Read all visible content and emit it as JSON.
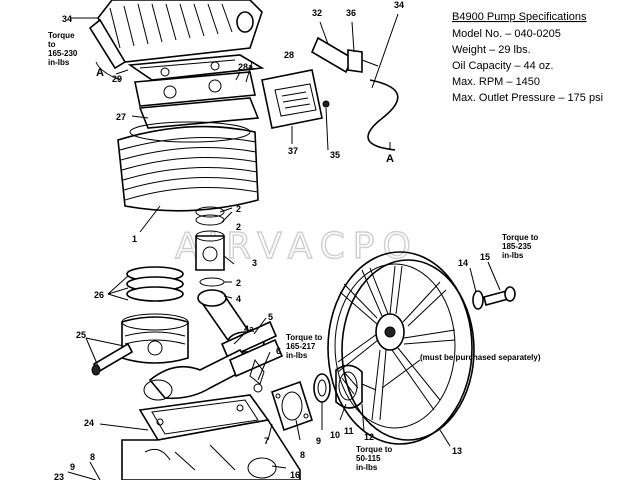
{
  "specs": {
    "title": "B4900 Pump Specifications",
    "lines": [
      "Model No. – 040-0205",
      "Weight – 29 lbs.",
      "Oil Capacity – 44 oz.",
      "Max. RPM – 1450",
      "Max. Outlet Pressure – 175 psi"
    ]
  },
  "notes": {
    "torque_head": [
      "Torque",
      "to",
      "165-230",
      "in-lbs"
    ],
    "torque_rod": [
      "Torque to",
      "165-217",
      "in-lbs"
    ],
    "torque_pulley": [
      "Torque to",
      "185-235",
      "in-lbs"
    ],
    "torque_hub": [
      "Torque to",
      "50-115",
      "in-lbs"
    ],
    "purchase": "(must be purchased separately)"
  },
  "watermark": "AIRVACPO",
  "part_numbers": {
    "p1": "1",
    "p2a": "2",
    "p2b": "2",
    "p2c": "2",
    "p3": "3",
    "p4": "4",
    "p4a": "4a",
    "p5": "5",
    "p6": "6",
    "p7": "7",
    "p8": "8",
    "p9": "9",
    "p9b": "9",
    "p10": "10",
    "p11": "11",
    "p12": "12",
    "p13": "13",
    "p14": "14",
    "p15": "15",
    "p16": "16",
    "p23": "23",
    "p24": "24",
    "p25": "25",
    "p26": "26",
    "p27": "27",
    "p28": "28",
    "p28a": "28a",
    "p29": "29",
    "p32": "32",
    "p34a": "34",
    "p34b": "34",
    "p35": "35",
    "p36": "36",
    "p37": "37"
  },
  "reference_marks": {
    "a_left": "A",
    "a_right": "A"
  }
}
